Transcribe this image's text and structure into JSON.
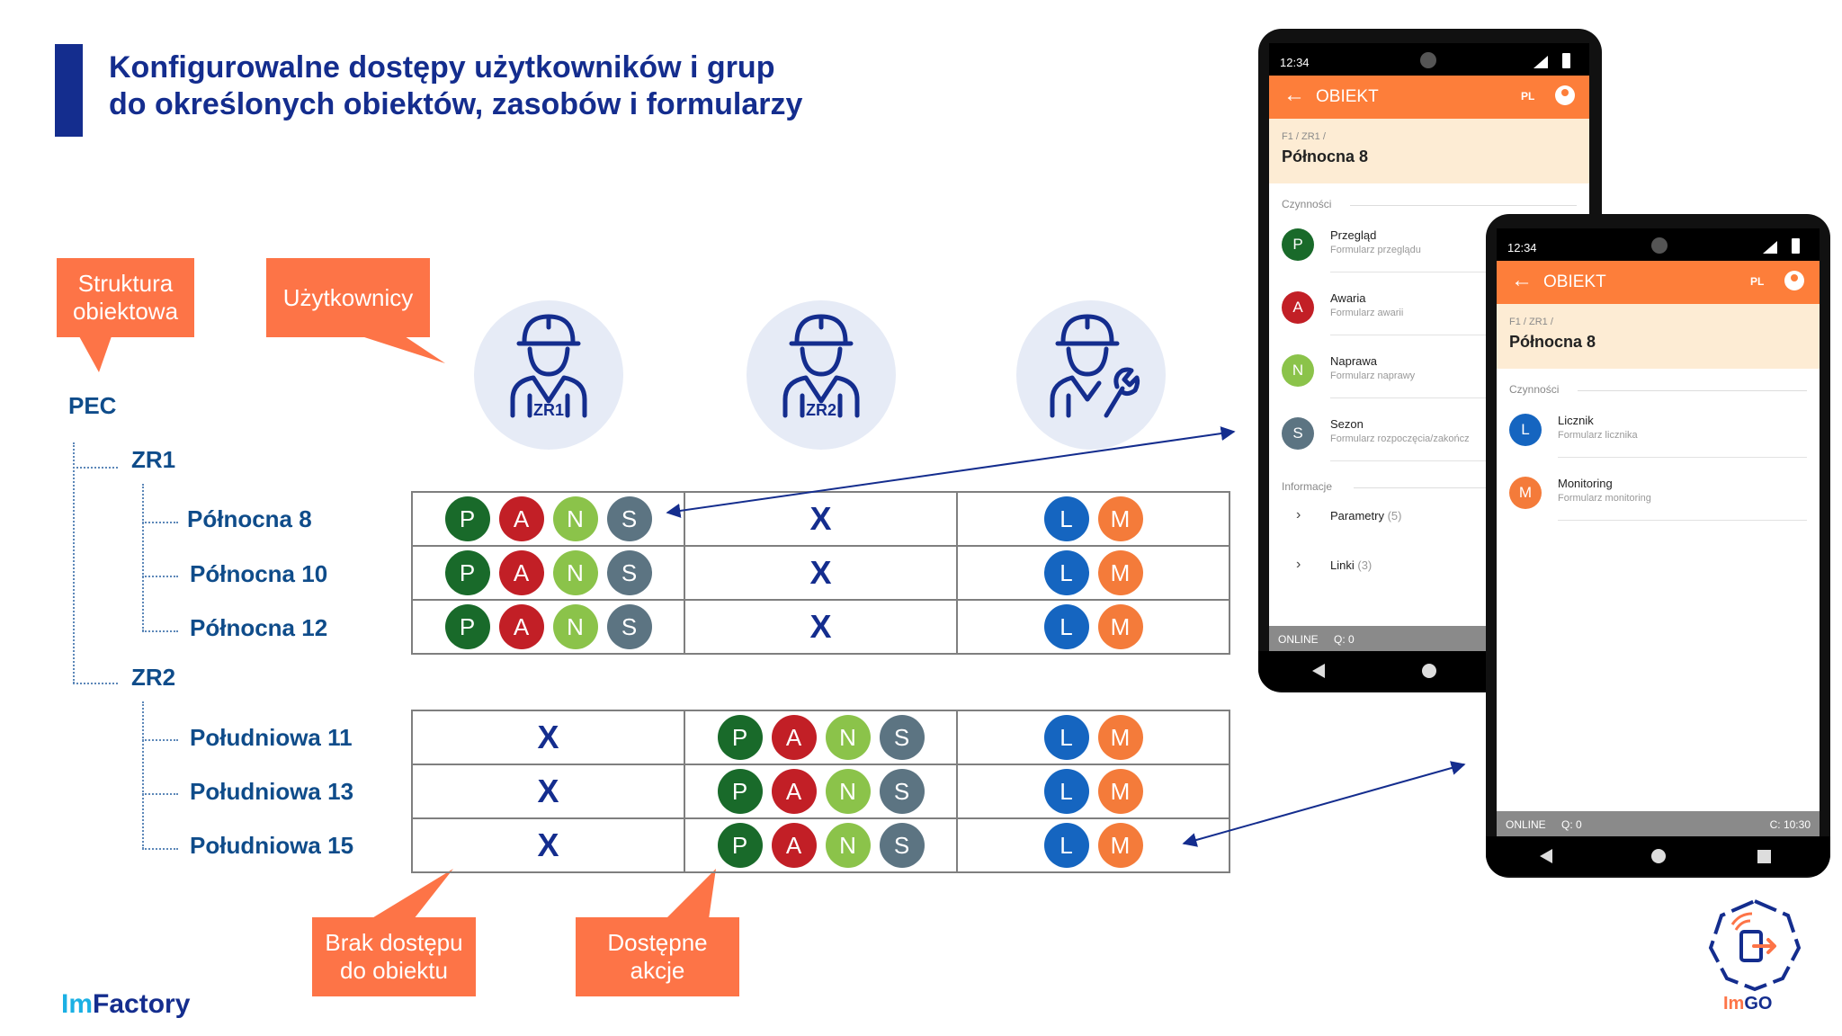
{
  "title": {
    "line1": "Konfigurowalne dostępy użytkowników i grup",
    "line2": "do określonych obiektów, zasobów i formularzy"
  },
  "callouts": {
    "structure": [
      "Struktura",
      "obiektowa"
    ],
    "users": "Użytkownicy",
    "no_access": [
      "Brak dostępu",
      "do obiektu"
    ],
    "actions": [
      "Dostępne",
      "akcje"
    ]
  },
  "tree": {
    "root": "PEC",
    "groups": [
      {
        "name": "ZR1",
        "children": [
          "Północna 8",
          "Północna 10",
          "Północna 12"
        ]
      },
      {
        "name": "ZR2",
        "children": [
          "Południowa 11",
          "Południowa 13",
          "Południowa 15"
        ]
      }
    ]
  },
  "users": [
    {
      "label": "ZR1",
      "icon": "worker-helmet-icon"
    },
    {
      "label": "ZR2",
      "icon": "worker-helmet-icon"
    },
    {
      "label": "",
      "icon": "worker-wrench-icon"
    }
  ],
  "action_colors": {
    "P": "#196a2a",
    "A": "#c21f26",
    "N": "#8bc34a",
    "S": "#5c7482",
    "L": "#1565c0",
    "M": "#f47b3a"
  },
  "no_access_mark": "X",
  "matrix": [
    [
      [
        "P",
        "A",
        "N",
        "S"
      ],
      "X",
      [
        "L",
        "M"
      ]
    ],
    [
      [
        "P",
        "A",
        "N",
        "S"
      ],
      "X",
      [
        "L",
        "M"
      ]
    ],
    [
      [
        "P",
        "A",
        "N",
        "S"
      ],
      "X",
      [
        "L",
        "M"
      ]
    ],
    [
      "X",
      [
        "P",
        "A",
        "N",
        "S"
      ],
      [
        "L",
        "M"
      ]
    ],
    [
      "X",
      [
        "P",
        "A",
        "N",
        "S"
      ],
      [
        "L",
        "M"
      ]
    ],
    [
      "X",
      [
        "P",
        "A",
        "N",
        "S"
      ],
      [
        "L",
        "M"
      ]
    ]
  ],
  "phone1": {
    "time": "12:34",
    "app_title": "OBIEKT",
    "lang": "PL",
    "breadcrumb": "F1 / ZR1 /",
    "object": "Północna 8",
    "section_actions": "Czynności",
    "items": [
      {
        "letter": "P",
        "name": "Przegląd",
        "sub": "Formularz przeglądu"
      },
      {
        "letter": "A",
        "name": "Awaria",
        "sub": "Formularz awarii"
      },
      {
        "letter": "N",
        "name": "Naprawa",
        "sub": "Formularz naprawy"
      },
      {
        "letter": "S",
        "name": "Sezon",
        "sub": "Formularz rozpoczęcia/zakończ"
      }
    ],
    "section_info": "Informacje",
    "links": [
      {
        "name": "Parametry",
        "count": "(5)"
      },
      {
        "name": "Linki",
        "count": "(3)"
      }
    ],
    "status_online": "ONLINE",
    "status_queue": "Q: 0"
  },
  "phone2": {
    "time": "12:34",
    "app_title": "OBIEKT",
    "lang": "PL",
    "breadcrumb": "F1 / ZR1 /",
    "object": "Północna 8",
    "section_actions": "Czynności",
    "items": [
      {
        "letter": "L",
        "name": "Licznik",
        "sub": "Formularz licznika"
      },
      {
        "letter": "M",
        "name": "Monitoring",
        "sub": "Formularz monitoring"
      }
    ],
    "status_online": "ONLINE",
    "status_queue": "Q: 0",
    "status_clock": "C: 10:30"
  },
  "logos": {
    "imfactory": [
      "Im",
      "Factory"
    ],
    "imgo": [
      "Im",
      "GO"
    ]
  }
}
